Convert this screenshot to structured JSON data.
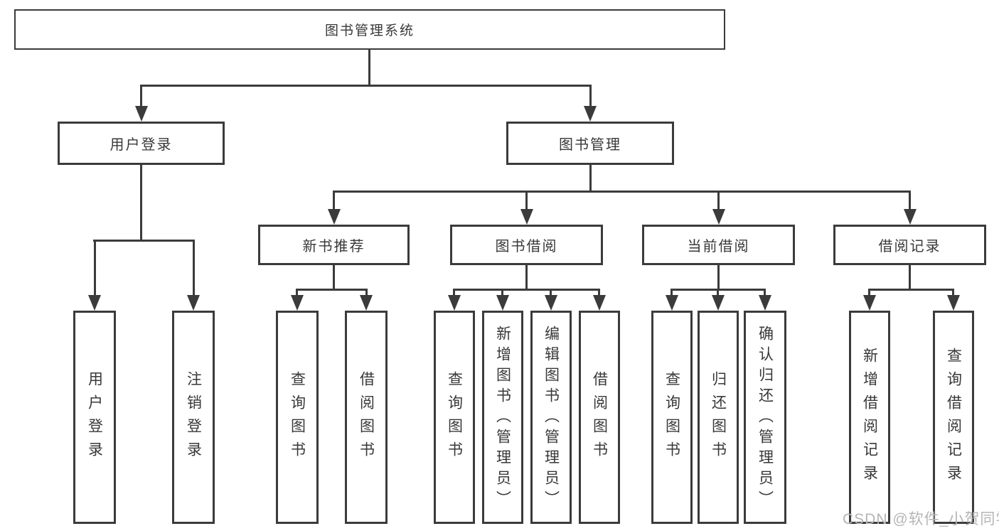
{
  "colors": {
    "line": "#3b3b3b",
    "text": "#383838",
    "watermark": "#b5b5b5",
    "background": "#ffffff"
  },
  "nodes": {
    "root": "图书管理系统",
    "level2": {
      "user_login": "用户登录",
      "book_management": "图书管理"
    },
    "user_login_children": [
      "用户登录",
      "注销登录"
    ],
    "sections": [
      {
        "label": "新书推荐",
        "children": [
          "查询图书",
          "借阅图书"
        ]
      },
      {
        "label": "图书借阅",
        "children": [
          "查询图书",
          "新增图书（管理员）",
          "编辑图书（管理员）",
          "借阅图书"
        ]
      },
      {
        "label": "当前借阅",
        "children": [
          "查询图书",
          "归还图书",
          "确认归还（管理员）"
        ]
      },
      {
        "label": "借阅记录",
        "children": [
          "新增借阅记录",
          "查询借阅记录"
        ]
      }
    ]
  },
  "watermark": "CSDN @软件_小贺同学"
}
